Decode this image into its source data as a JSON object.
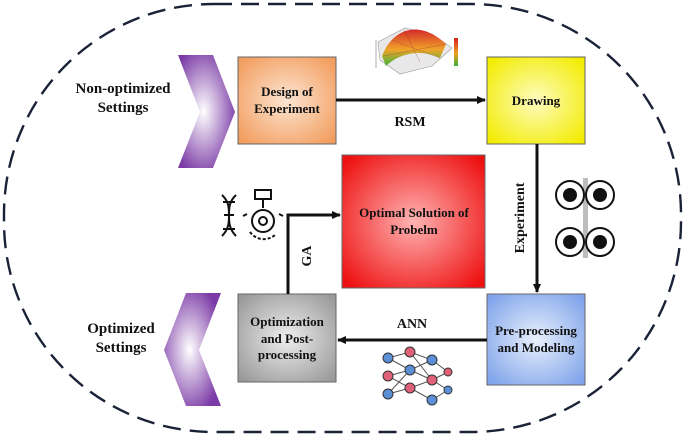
{
  "labels": {
    "non_optimized": "Non-optimized Settings",
    "optimized": "Optimized Settings",
    "rsm": "RSM",
    "ann": "ANN",
    "ga": "GA",
    "experiment": "Experiment"
  },
  "boxes": {
    "design": "Design of Experiment",
    "drawing": "Drawing",
    "optimal": "Optimal Solution of Probelm",
    "optimization": "Optimization and Post-processing",
    "preprocessing": "Pre-processing and Modeling"
  },
  "colors": {
    "design": "#f6a76a",
    "drawing": "#f7f400",
    "optimal": "#f21c1c",
    "optimization": "#a6a6a6",
    "preprocessing": "#8fb1ef",
    "chevron": "#7e3fa8"
  },
  "icons": [
    "response-surface-plot-icon",
    "dna-gear-icon",
    "rollers-icon",
    "neural-network-icon"
  ]
}
